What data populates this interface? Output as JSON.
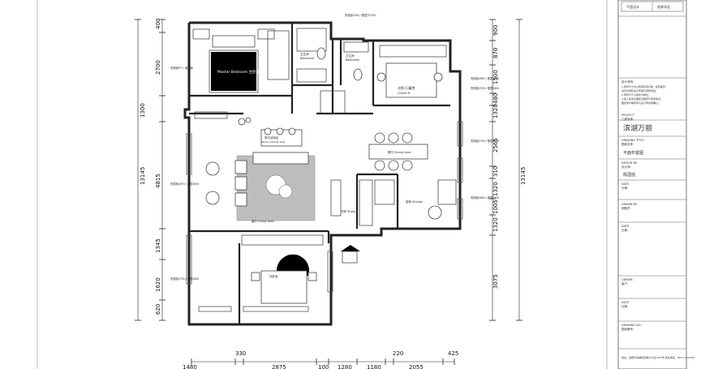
{
  "plan": {
    "rooms": {
      "master_bedroom": "Master Bedroom  主卧室",
      "bathroom1": "卫生间",
      "bathroom1_en": "Bathroom",
      "bathroom2": "卫生间",
      "bathroom2_en": "Bathroom",
      "kids_room": "次卧/儿童房",
      "kids_room_en": "Child's R",
      "activity_area": "家中活动区",
      "activity_area_en": "Family activity area",
      "dining": "餐厅 Dining Area",
      "living": "客厅 Living Area",
      "study": "书房 Study",
      "kitchen": "厨房 Kitchen",
      "second_bedroom": "次卧室"
    },
    "floor_labels": [
      "完成面FFL / 基层面",
      "完成面2300 / 基层厅2300",
      "完成面2800 / 基层2650",
      "完成面2700 / 基层2600",
      "完成面2800 / 基层2600",
      "完成面2670 / 基层2650",
      "完成面2700 / 基层2600",
      "完成面2578 / 基层2600"
    ],
    "dims_left": [
      "400",
      "2700",
      "1300",
      "13145",
      "4815",
      "1345",
      "1620",
      "620"
    ],
    "dims_right_outer": [
      "900",
      "870",
      "1500",
      "480",
      "1320",
      "2565",
      "310",
      "1320",
      "1005",
      "1320",
      "3075"
    ],
    "dims_right_total": "13145",
    "dims_bottom": [
      "1480",
      "330",
      "2875",
      "100",
      "1280",
      "1180",
      "220",
      "2055",
      "425"
    ]
  },
  "title_block": {
    "header_labels": [
      "平面设计",
      "效果深化"
    ],
    "notes_title": "设计说明:",
    "notes": [
      "1.所有尺寸均以现场实测为准，如有差异，",
      "  请及时通知设计师进行调整修改。",
      "2.所有尺寸以毫米为单位。",
      "3.施工前请仔细核对图纸与现场情况，",
      "  图纸未尽事项请与设计师沟通确认。"
    ],
    "project_label": "PROJECT:",
    "project_label_cn": "工程名称:",
    "project_name": "滨湖万丽",
    "drawing_title_label": "DRAWING TITLE:",
    "drawing_title_label_cn": "图纸名称:",
    "drawing_title": "平面布置图",
    "designed_by_label": "DESIGN BY:",
    "designed_by_label_cn": "设计师:",
    "designer": "陈国强",
    "date1_label": "DATE:",
    "date1_label_cn": "日期:",
    "drawn_by_label": "DRAWN BY:",
    "drawn_by_label_cn": "制图员:",
    "date2_label": "DATE:",
    "date2_label_cn": "日期:",
    "owner_label": "OWNER:",
    "owner_label_cn": "客户:",
    "date3_label": "DATE:",
    "date3_label_cn": "日期:",
    "drawing_no_label": "DRAWING NO.:",
    "drawing_no_label_cn": "图纸编号:",
    "address": "地址：合肥市滨湖新区徽州大道1367号 联系电话：0551-1234567"
  }
}
